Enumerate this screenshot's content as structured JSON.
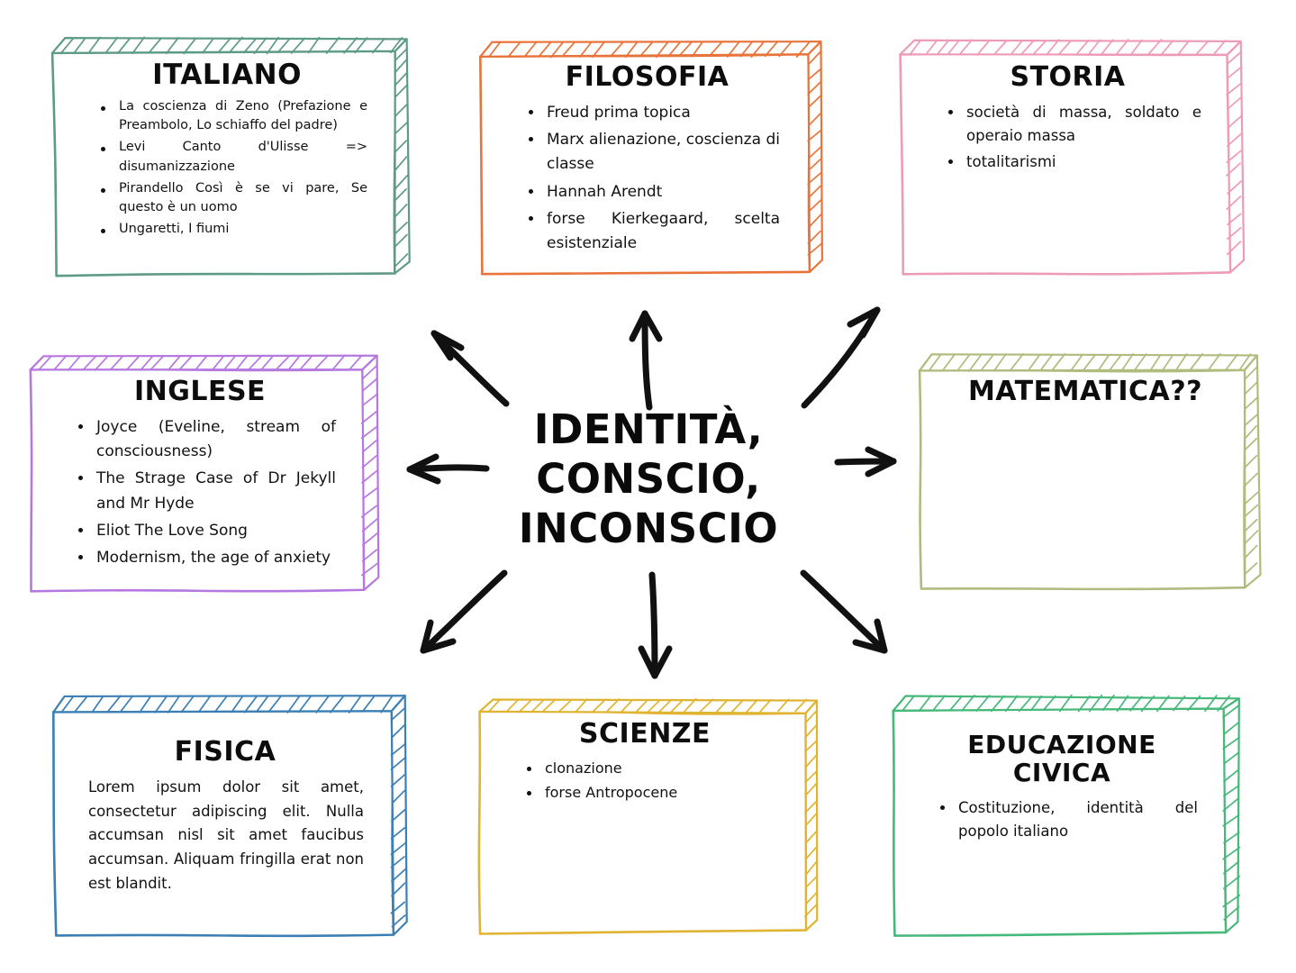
{
  "center": {
    "label": "IDENTITÀ, CONSCIO, INCONSCIO",
    "line1": "IDENTITÀ,",
    "line2": "CONSCIO,",
    "line3": "INCONSCIO"
  },
  "colors": {
    "italiano": "#5E9B85",
    "filosofia": "#E8743B",
    "storia": "#EE9BB8",
    "inglese": "#B678E0",
    "matematica": "#AFBC7E",
    "fisica": "#3B7FB5",
    "scienze": "#E0B431",
    "educazione": "#46B87A",
    "text": "#121212",
    "title": "#0d0d0d",
    "arrow": "#111111",
    "background": "#ffffff"
  },
  "cards": [
    {
      "id": "italiano",
      "title": "ITALIANO",
      "title_align": "center",
      "color": "#5E9B85",
      "body_type": "bullets",
      "bullets": [
        "La coscienza di Zeno (Prefazione e Preambolo, Lo schiaffo del padre)",
        "Levi Canto d'Ulisse => disumanizzazione",
        "Pirandello Così è se vi pare, Se questo è un uomo",
        "Ungaretti, I fiumi"
      ]
    },
    {
      "id": "filosofia",
      "title": "FILOSOFIA",
      "title_align": "center",
      "color": "#E8743B",
      "body_type": "bullets",
      "bullets": [
        "Freud prima topica",
        "Marx alienazione, coscienza di classe",
        "Hannah Arendt",
        "forse Kierkegaard, scelta esistenziale"
      ]
    },
    {
      "id": "storia",
      "title": "STORIA",
      "title_align": "center",
      "color": "#EE9BB8",
      "body_type": "bullets",
      "bullets": [
        "società di massa, soldato e operaio massa",
        "totalitarismi"
      ]
    },
    {
      "id": "inglese",
      "title": "INGLESE",
      "title_align": "center",
      "color": "#B678E0",
      "body_type": "bullets",
      "bullets": [
        "Joyce (Eveline, stream of consciousness)",
        "The Strage Case of Dr Jekyll and Mr Hyde",
        "Eliot The Love Song",
        "Modernism, the age of anxiety"
      ]
    },
    {
      "id": "matematica",
      "title": "MATEMATICA??",
      "title_align": "center",
      "color": "#AFBC7E",
      "body_type": "empty",
      "bullets": []
    },
    {
      "id": "fisica",
      "title": "FISICA",
      "title_align": "center",
      "color": "#3B7FB5",
      "body_type": "paragraph",
      "paragraph": "Lorem ipsum dolor sit amet, consectetur adipiscing elit. Nulla accumsan nisl sit amet faucibus accumsan. Aliquam fringilla erat non est blandit.",
      "bullets": []
    },
    {
      "id": "scienze",
      "title": "SCIENZE",
      "title_align": "center",
      "color": "#E0B431",
      "body_type": "bullets",
      "bullets": [
        "clonazione",
        "forse Antropocene"
      ]
    },
    {
      "id": "educazione",
      "title": "EDUCAZIONE CIVICA",
      "title_align": "center",
      "color": "#46B87A",
      "body_type": "bullets",
      "bullets": [
        "Costituzione, identità del popolo italiano"
      ]
    }
  ],
  "arrows": [
    {
      "name": "arrow-to-italiano",
      "direction": "up-left"
    },
    {
      "name": "arrow-to-filosofia",
      "direction": "up"
    },
    {
      "name": "arrow-to-storia",
      "direction": "up-right"
    },
    {
      "name": "arrow-to-inglese",
      "direction": "left"
    },
    {
      "name": "arrow-to-matematica",
      "direction": "right"
    },
    {
      "name": "arrow-to-fisica",
      "direction": "down-left"
    },
    {
      "name": "arrow-to-scienze",
      "direction": "down"
    },
    {
      "name": "arrow-to-educazione",
      "direction": "down-right"
    }
  ]
}
